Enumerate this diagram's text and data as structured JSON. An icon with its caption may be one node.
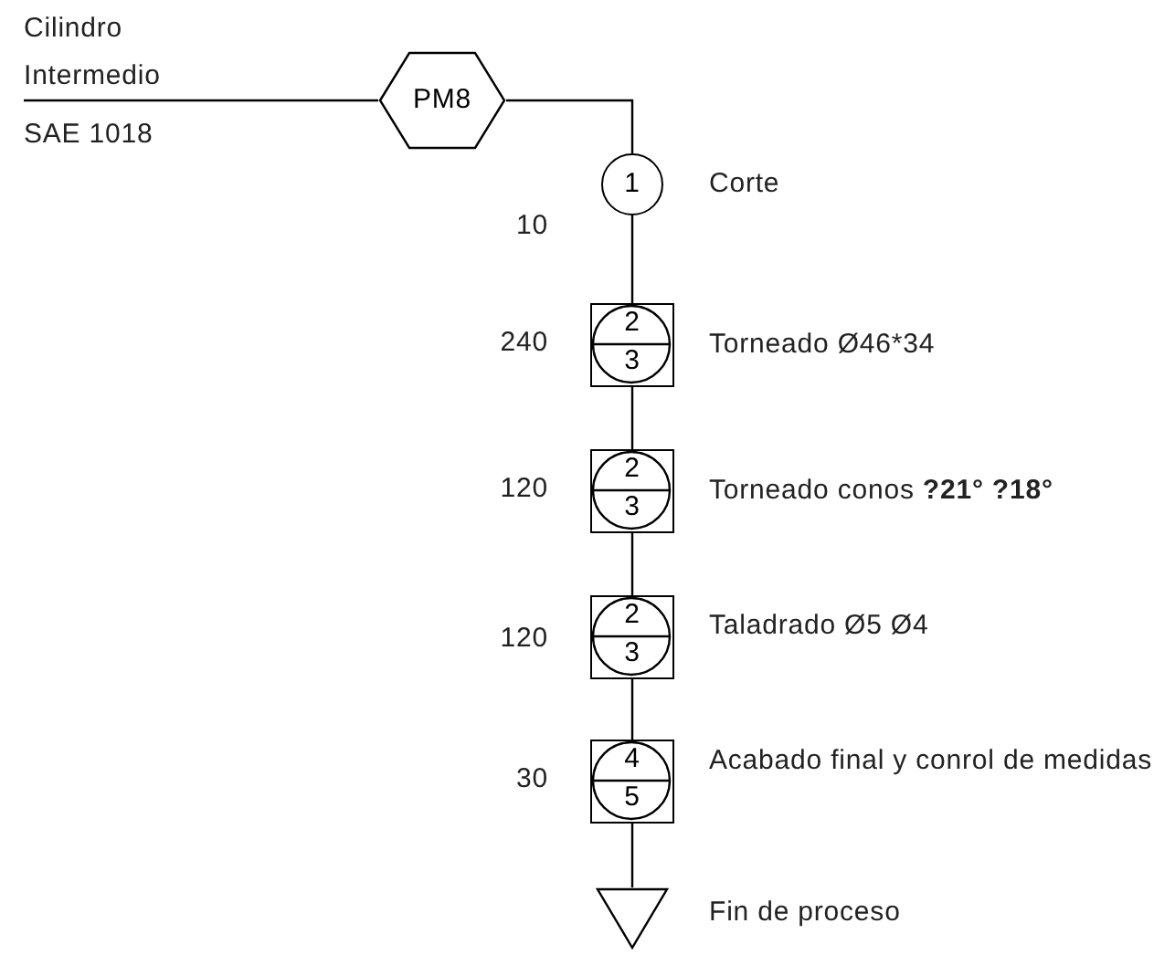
{
  "diagram": {
    "nodes": [
      {
        "text": [
          "Cilindro Intermedio"
        ],
        "beside": [
          "SAE 1018"
        ]
      },
      {
        "text": [
          "PM8"
        ]
      },
      {
        "text": [
          "1"
        ],
        "beside": [
          "Corte",
          "10"
        ]
      },
      {
        "text": [
          "2",
          "3"
        ],
        "beside": [
          "Torneado Ø46*34",
          "240"
        ]
      },
      {
        "text": [
          "2",
          "3"
        ],
        "beside": [
          "Torneado conos **?21° ?18°**",
          "120"
        ]
      },
      {
        "text": [
          "2",
          "3"
        ],
        "beside": [
          "Taladrado Ø5 Ø4",
          "120"
        ]
      },
      {
        "text": [
          "4",
          "5"
        ],
        "beside": [
          "Acabado final y conrol de medidas",
          "30"
        ]
      },
      {
        "text": [],
        "shape": "triangle",
        "beside": [
          "Fin de proceso"
        ]
      }
    ],
    "edges": [
      {
        "from": 0,
        "to": 1,
        "arrow": "none"
      },
      {
        "from": 1,
        "to": 2,
        "arrow": "none"
      },
      {
        "from": 2,
        "to": 3,
        "arrow": "none"
      },
      {
        "from": 3,
        "to": 4,
        "arrow": "none"
      },
      {
        "from": 4,
        "to": 5,
        "arrow": "none"
      },
      {
        "from": 5,
        "to": 6,
        "arrow": "none"
      },
      {
        "from": 6,
        "to": 7,
        "arrow": "none"
      }
    ]
  }
}
